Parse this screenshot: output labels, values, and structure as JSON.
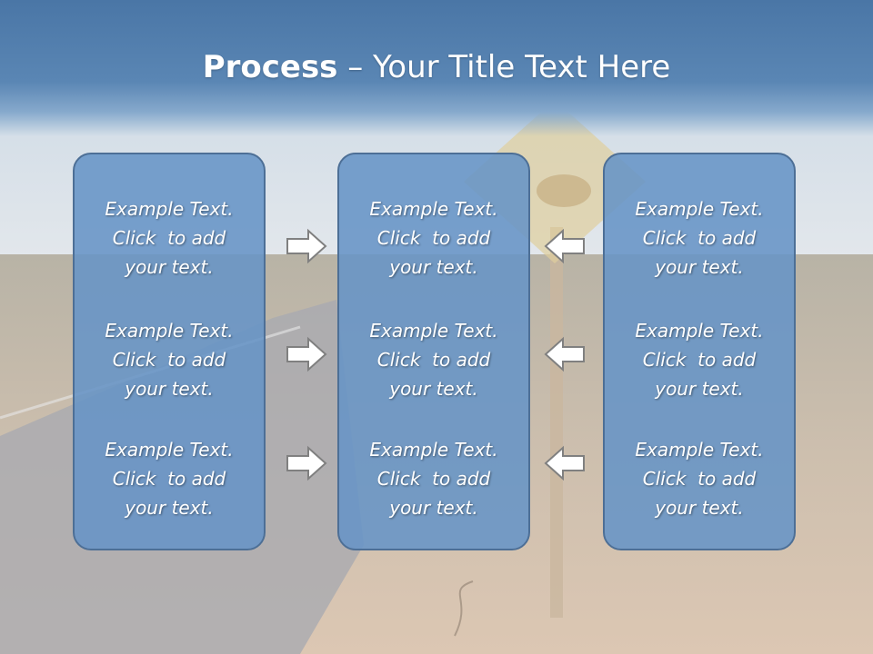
{
  "slide": {
    "title_bold": "Process",
    "title_rest": " – Your Title Text Here"
  },
  "panels": [
    {
      "blocks": [
        {
          "l1": "Example Text.",
          "l2": "Click  to add",
          "l3": "your text."
        },
        {
          "l1": "Example Text.",
          "l2": "Click  to add",
          "l3": "your text."
        },
        {
          "l1": "Example Text.",
          "l2": "Click  to add",
          "l3": "your text."
        }
      ]
    },
    {
      "blocks": [
        {
          "l1": "Example Text.",
          "l2": "Click  to add",
          "l3": "your text."
        },
        {
          "l1": "Example Text.",
          "l2": "Click  to add",
          "l3": "your text."
        },
        {
          "l1": "Example Text.",
          "l2": "Click  to add",
          "l3": "your text."
        }
      ]
    },
    {
      "blocks": [
        {
          "l1": "Example Text.",
          "l2": "Click  to add",
          "l3": "your text."
        },
        {
          "l1": "Example Text.",
          "l2": "Click  to add",
          "l3": "your text."
        },
        {
          "l1": "Example Text.",
          "l2": "Click  to add",
          "l3": "your text."
        }
      ]
    }
  ],
  "icons": {
    "right_arrow": "right-arrow-icon",
    "left_arrow": "left-arrow-icon"
  },
  "colors": {
    "title_bar": "#4a76a6",
    "panel_fill": "#6694c6",
    "panel_border": "#4d6f96",
    "text": "#ffffff"
  }
}
